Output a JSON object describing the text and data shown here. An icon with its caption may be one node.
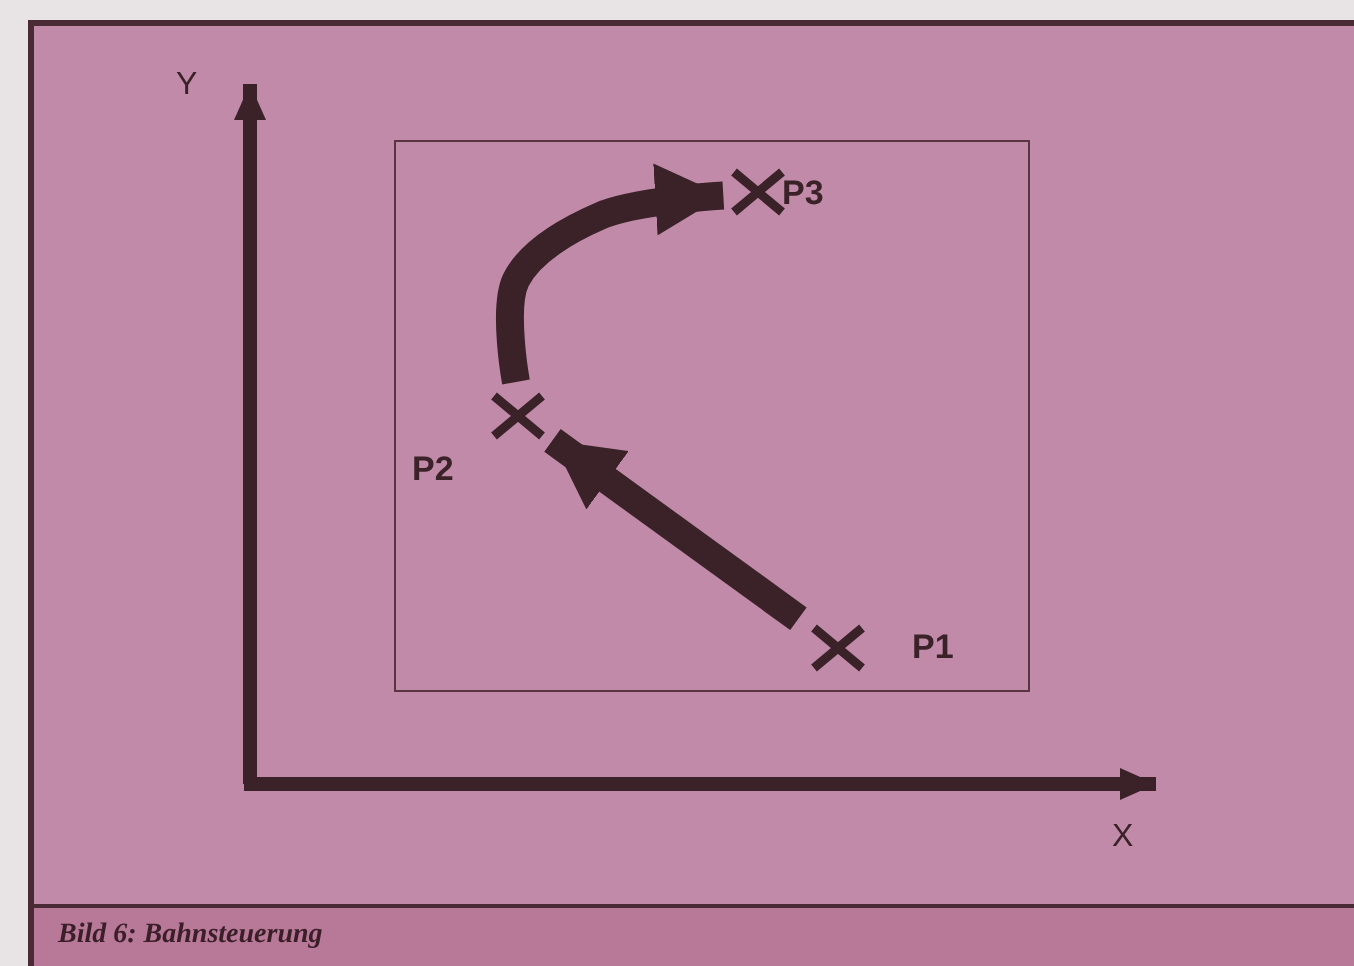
{
  "diagram": {
    "caption": "Bild 6: Bahnsteuerung",
    "nodes": [
      {
        "text": [],
        "shape": "box"
      },
      {
        "text": [
          "P3"
        ],
        "in": 0
      },
      {
        "text": [
          "P2"
        ],
        "in": 0
      },
      {
        "text": [
          "P1"
        ],
        "in": 0
      }
    ],
    "edges": [
      {
        "from": 3,
        "to": 2,
        "arrow": "to"
      },
      {
        "from": 2,
        "to": 1,
        "arrow": "to"
      }
    ],
    "labels": [
      "Y",
      "X"
    ]
  }
}
